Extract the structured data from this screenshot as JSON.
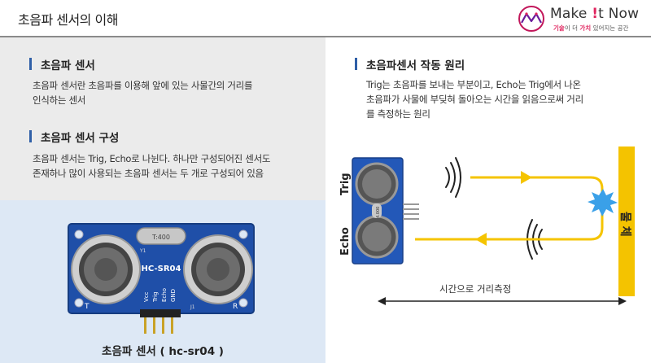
{
  "header": {
    "title": "초음파 센서의 이해"
  },
  "logo": {
    "name_prefix": "Make ",
    "name_bang": "!",
    "name_suffix": "t Now",
    "tag_a": "기술",
    "tag_b": "이 더 ",
    "tag_c": "가치",
    "tag_d": " 있어지는 공간"
  },
  "sections": [
    {
      "title": "초음파 센서",
      "text": [
        "초음파 센서란 초음파를 이용해 앞에 있는 사물간의 거리를",
        "인식하는 센서"
      ]
    },
    {
      "title": "초음파 센서 구성",
      "text": [
        "초음파 센서는 Trig, Echo로 나뉜다. 하나만 구성되어진 센서도",
        "존재하나 많이 사용되는 초음파 센서는 두 개로 구성되어 있음"
      ]
    },
    {
      "title": "초음파센서 작동 원리",
      "text": [
        "Trig는 초음파를 보내는 부분이고, Echo는 Trig에서 나온",
        "초음파가 사물에 부딪혀 돌아오는 시간을 읽음으로써 거리",
        "를 측정하는 원리"
      ]
    }
  ],
  "photo": {
    "caption": "초음파 센서 ( hc-sr04 )",
    "board_label": "HC-SR04",
    "crystal_label": "T:400",
    "y1_label": "Y1",
    "t_label": "T",
    "r_label": "R",
    "j1_label": "J1",
    "pin_labels": [
      "Vcc",
      "Trig",
      "Echo",
      "GND"
    ]
  },
  "diagram": {
    "trig_label": "Trig",
    "echo_label": "Echo",
    "object_label": "물 체",
    "measure_label": "시간으로 거리측정",
    "crystal_label": "4.000"
  },
  "colors": {
    "accent": "#2f5fa7",
    "wave_yellow": "#f5c400",
    "object_yellow": "#f4c300",
    "impact_blue": "#3aa0e8",
    "brand_pink": "#e0245e"
  }
}
